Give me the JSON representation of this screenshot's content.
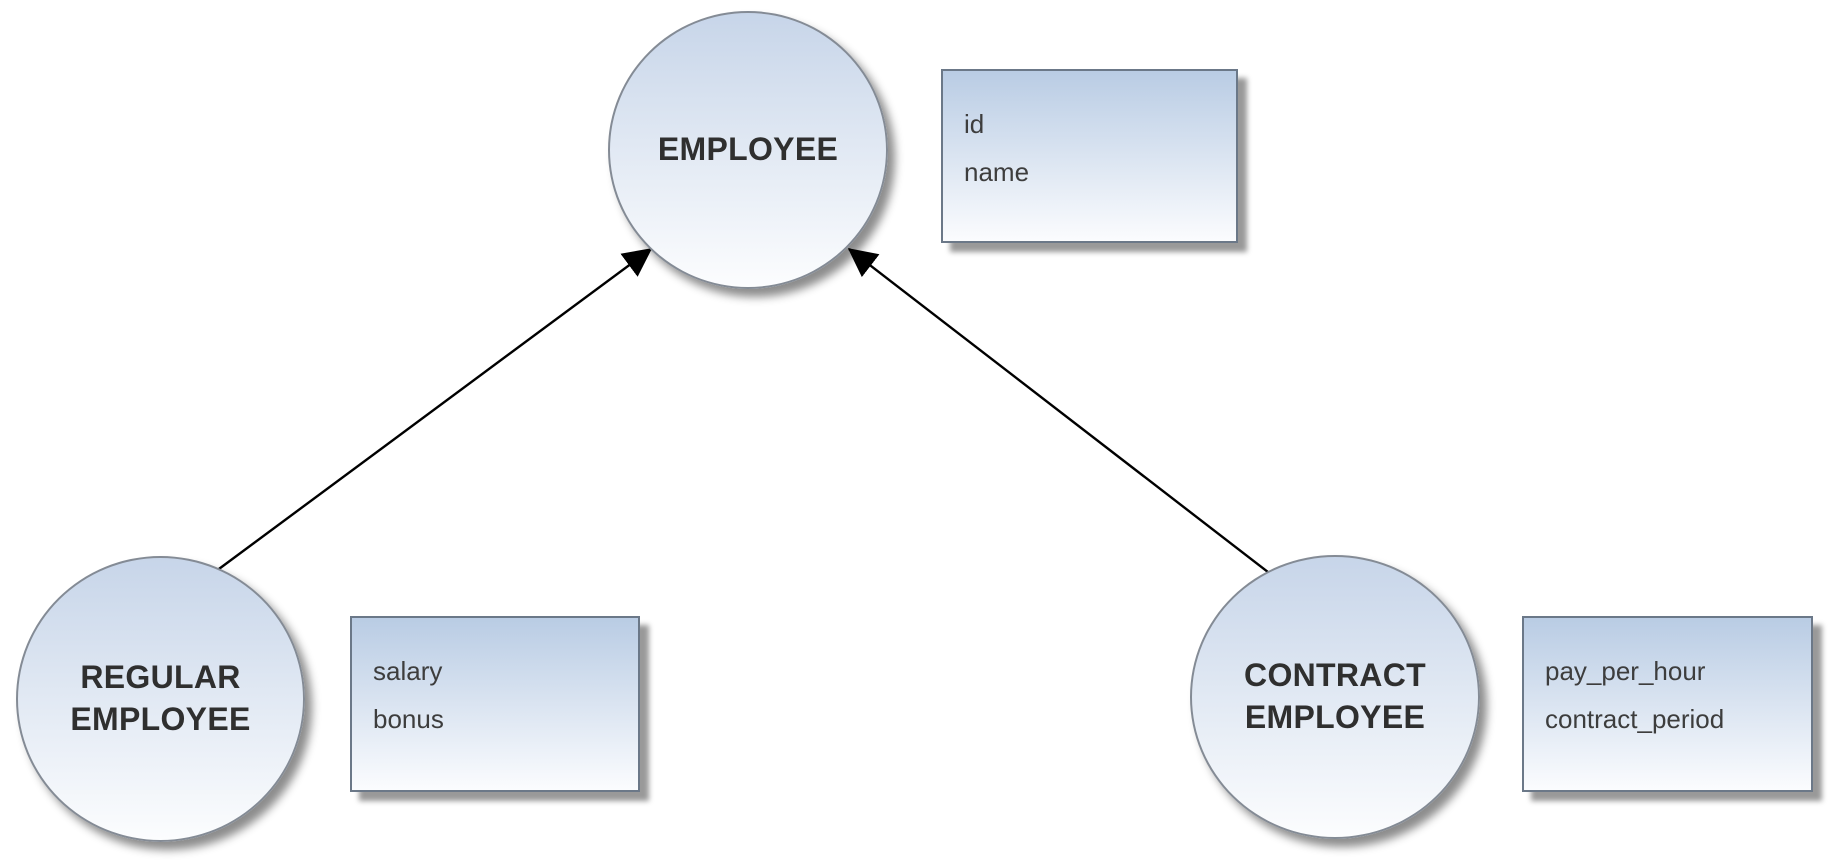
{
  "colors": {
    "background": "#ffffff",
    "node_gradient_top": "#c7d5e9",
    "node_gradient_bottom": "#fcfdfe",
    "box_gradient_top": "#b9cce4",
    "box_gradient_bottom": "#fbfcfe",
    "circle_border": "#848b95",
    "box_border": "#6b7888",
    "arrow": "#000000",
    "title_text": "#2f2f2f",
    "attribute_text": "#3d3d3d"
  },
  "nodes": [
    {
      "label": "EMPLOYEE",
      "attributes": [
        "id",
        "name"
      ]
    },
    {
      "label": "REGULAR\nEMPLOYEE",
      "attributes": [
        "salary",
        "bonus"
      ]
    },
    {
      "label": "CONTRACT\nEMPLOYEE",
      "attributes": [
        "pay_per_hour",
        "contract_period"
      ]
    }
  ],
  "edges": [
    {
      "from": "REGULAR EMPLOYEE",
      "to": "EMPLOYEE",
      "style": "arrow"
    },
    {
      "from": "CONTRACT EMPLOYEE",
      "to": "EMPLOYEE",
      "style": "arrow"
    }
  ]
}
